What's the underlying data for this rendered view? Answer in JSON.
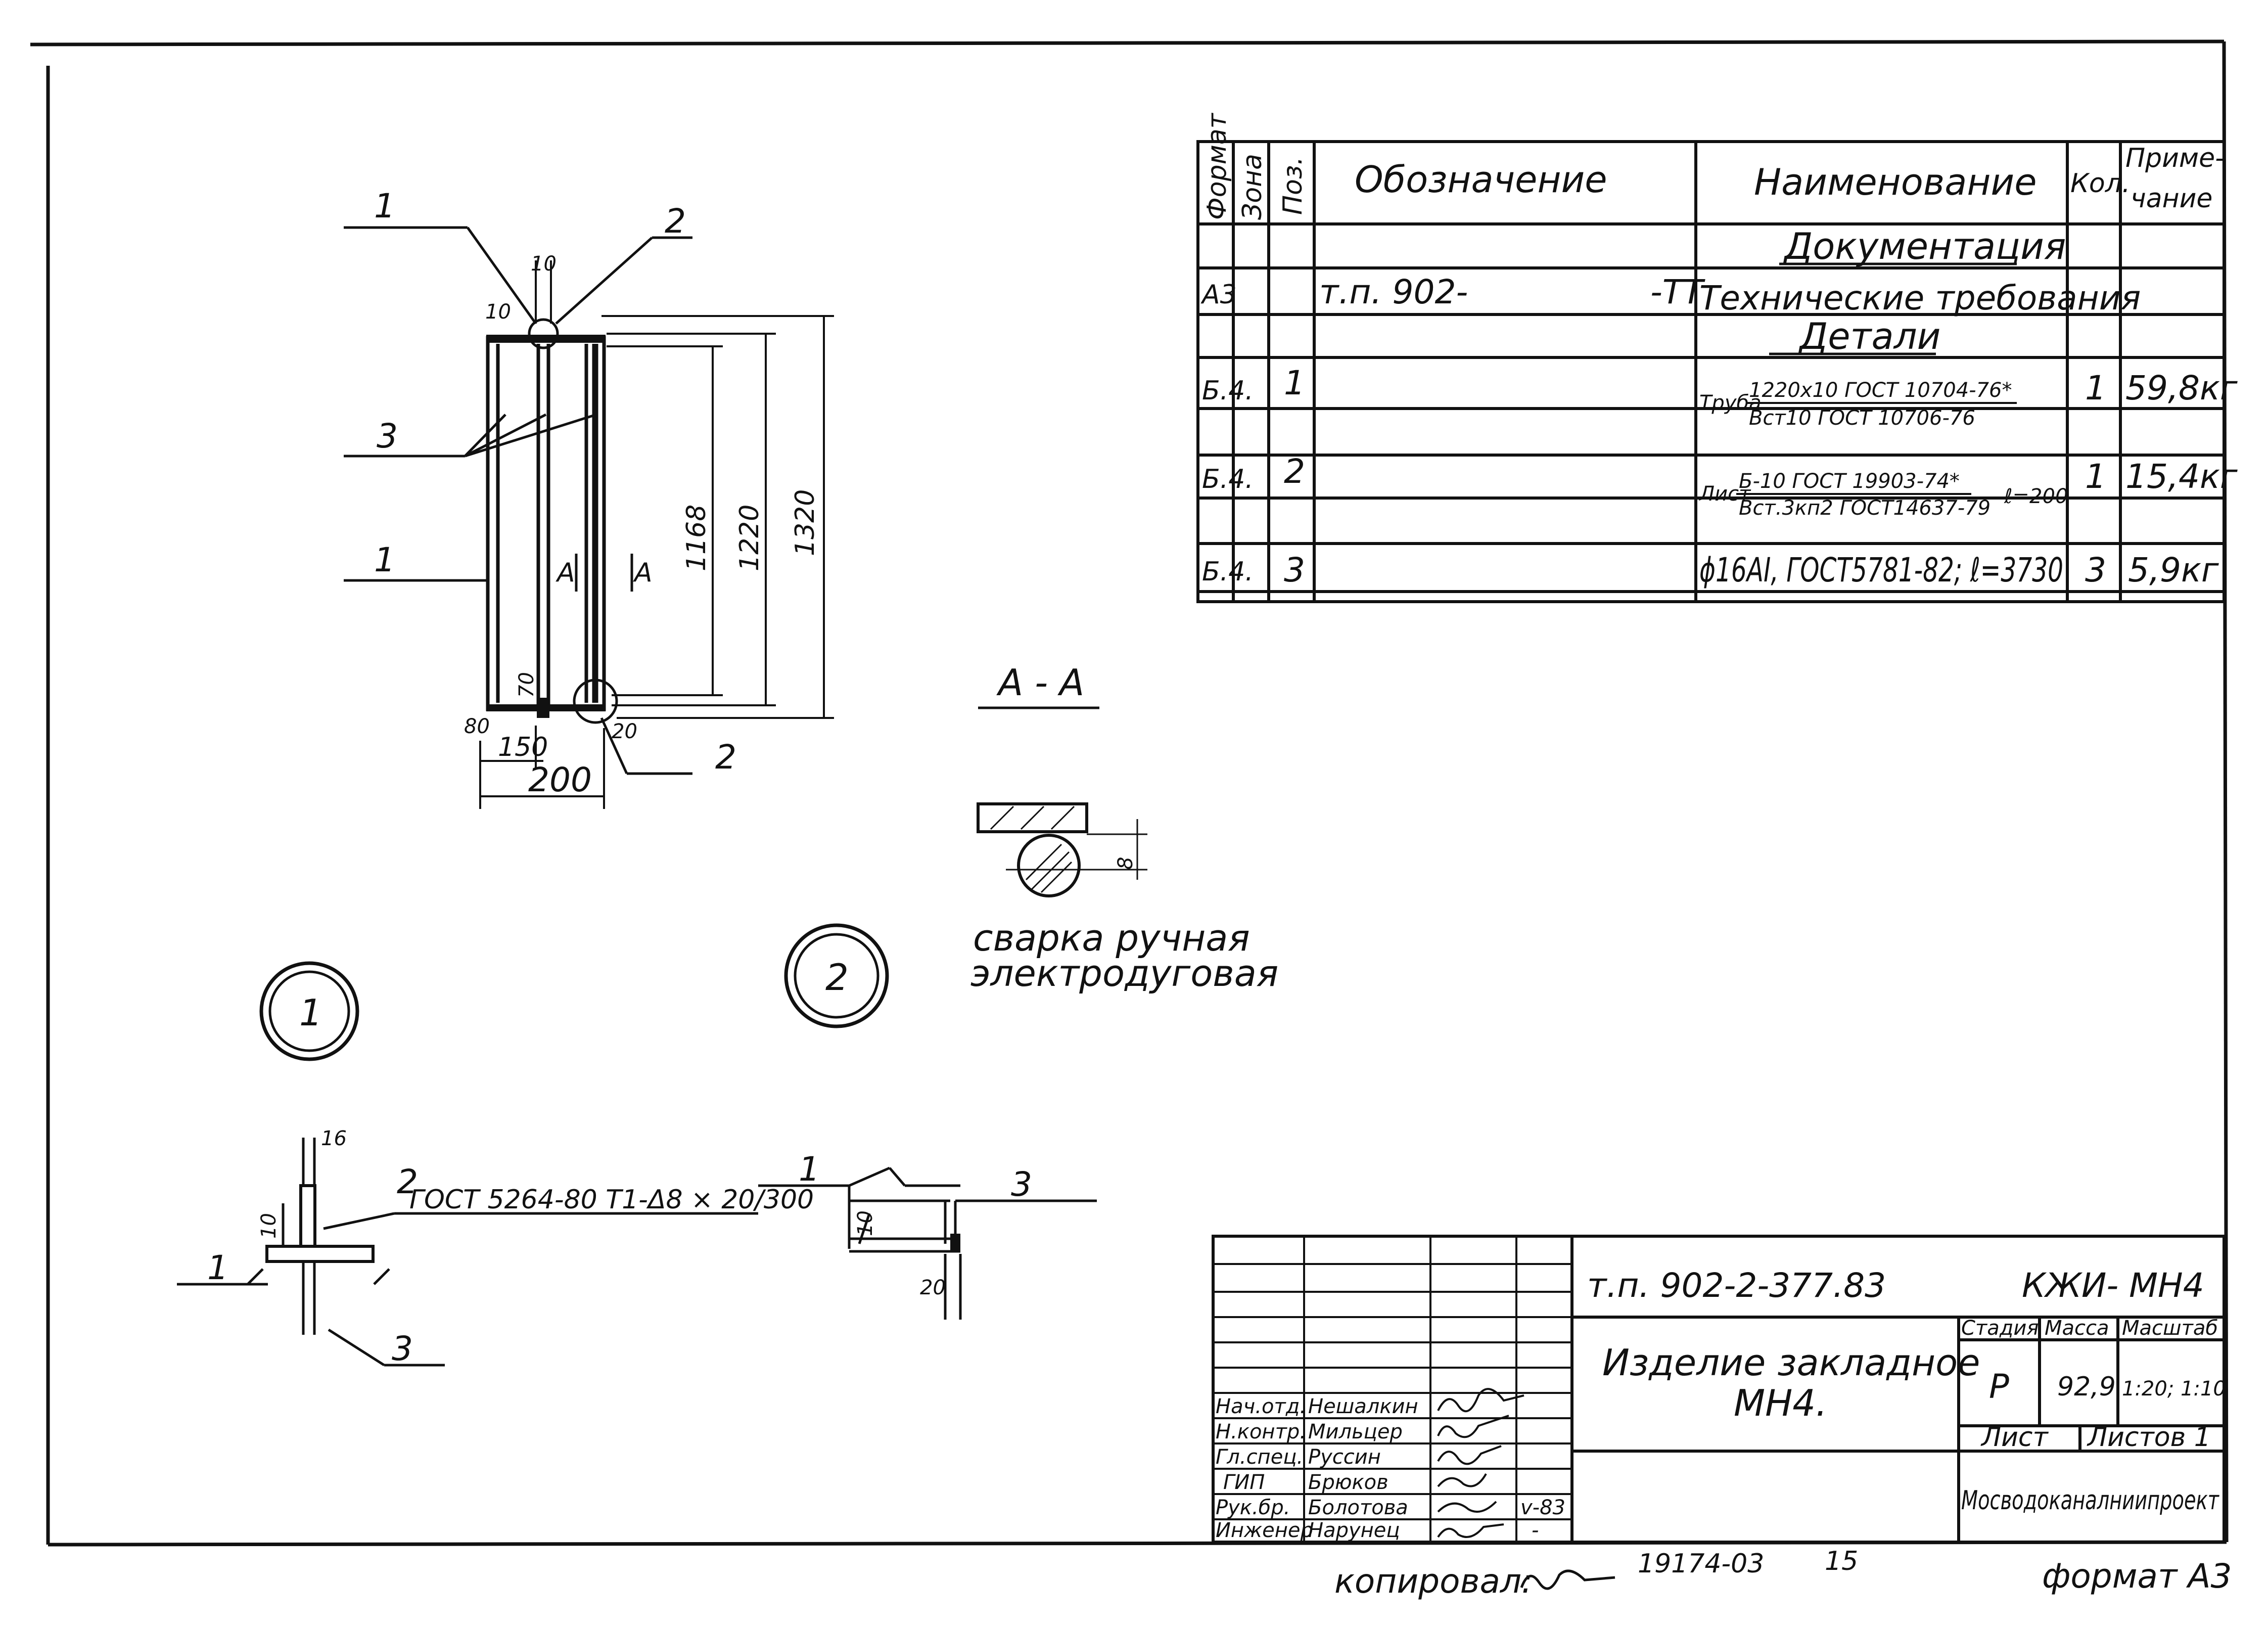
{
  "spec_table": {
    "headers": {
      "format": "Формат",
      "zone": "Зона",
      "pos": "Поз.",
      "designation": "Обозначение",
      "name": "Наименование",
      "qty": "Кол.",
      "note_line1": "Приме-",
      "note_line2": "чание"
    },
    "section_documentation": "Документация",
    "doc_row": {
      "format": "А3",
      "designation": "т.п. 902-",
      "code": "-ТТ",
      "name": "Технические требования"
    },
    "section_details": "Детали",
    "items": [
      {
        "format": "Б.4.",
        "pos": "1",
        "name_prefix": "Труба",
        "name_top": "1220х10 ГОСТ 10704-76*",
        "name_bottom": "Вст10 ГОСТ 10706-76",
        "qty": "1",
        "note": "59,8кг"
      },
      {
        "format": "Б.4.",
        "pos": "2",
        "name_prefix": "Лист",
        "name_top": "Б-10 ГОСТ 19903-74*",
        "name_bottom": "Вст.3кп2 ГОСТ14637-79",
        "name_suffix": "ℓ=200",
        "qty": "1",
        "note": "15,4кг"
      },
      {
        "format": "Б.4.",
        "pos": "3",
        "name": "ϕ16АI, ГОСТ5781-82; ℓ=3730",
        "qty": "3",
        "note": "5,9кг"
      }
    ]
  },
  "drawing": {
    "leaders": {
      "top_left": "1",
      "top_right": "2",
      "mid_left": "3",
      "low_left": "1",
      "bottom_right": "2"
    },
    "dims": {
      "d10_top": "10",
      "d10_left": "10",
      "d1168": "1168",
      "d1220": "1220",
      "d1320": "1320",
      "d70": "70",
      "d80": "80",
      "d150": "150",
      "d20": "20",
      "d200": "200"
    },
    "section_marker": "А",
    "section_title": "А - А",
    "section_dim": "8",
    "weld_note_line1": "сварка ручная",
    "weld_note_line2": "электродуговая",
    "callout_1": "1",
    "callout_2": "2"
  },
  "detail1": {
    "dim_top": "16",
    "dim_side": "10",
    "leader_2": "2",
    "leader_1": "1",
    "leader_3": "3",
    "weld_spec": "ГОСТ 5264-80 Т1-Δ8 × 20/300"
  },
  "detail2": {
    "leader_1": "1",
    "leader_3": "3",
    "dim_10": "10",
    "dim_20": "20"
  },
  "title_block": {
    "doc_number": "т.п. 902-2-377.83",
    "code": "КЖИ- МН4",
    "title_line1": "Изделие закладное",
    "title_line2": "МН4.",
    "stage_label": "Стадия",
    "mass_label": "Масса",
    "scale_label": "Масштаб",
    "stage": "Р",
    "mass": "92,9",
    "scale": "1:20; 1:10",
    "sheet_label": "Лист",
    "sheets_label": "Листов 1",
    "org": "Мосводоканалниипроект",
    "roles": [
      "Нач.отд.",
      "Н.контр.",
      "Гл.спец.",
      "ГИП",
      "Рук.бр.",
      "Инженер"
    ],
    "names": [
      "Нешалкин",
      "Мильцер",
      "Руссин",
      "Брюков",
      "Болотова",
      "Нарунец"
    ],
    "dates": [
      "",
      "",
      "",
      "",
      "v-83",
      "-"
    ]
  },
  "footer": {
    "copied": "копировал:",
    "inv_number": "19174-03",
    "page": "15",
    "format": "формат А3"
  }
}
